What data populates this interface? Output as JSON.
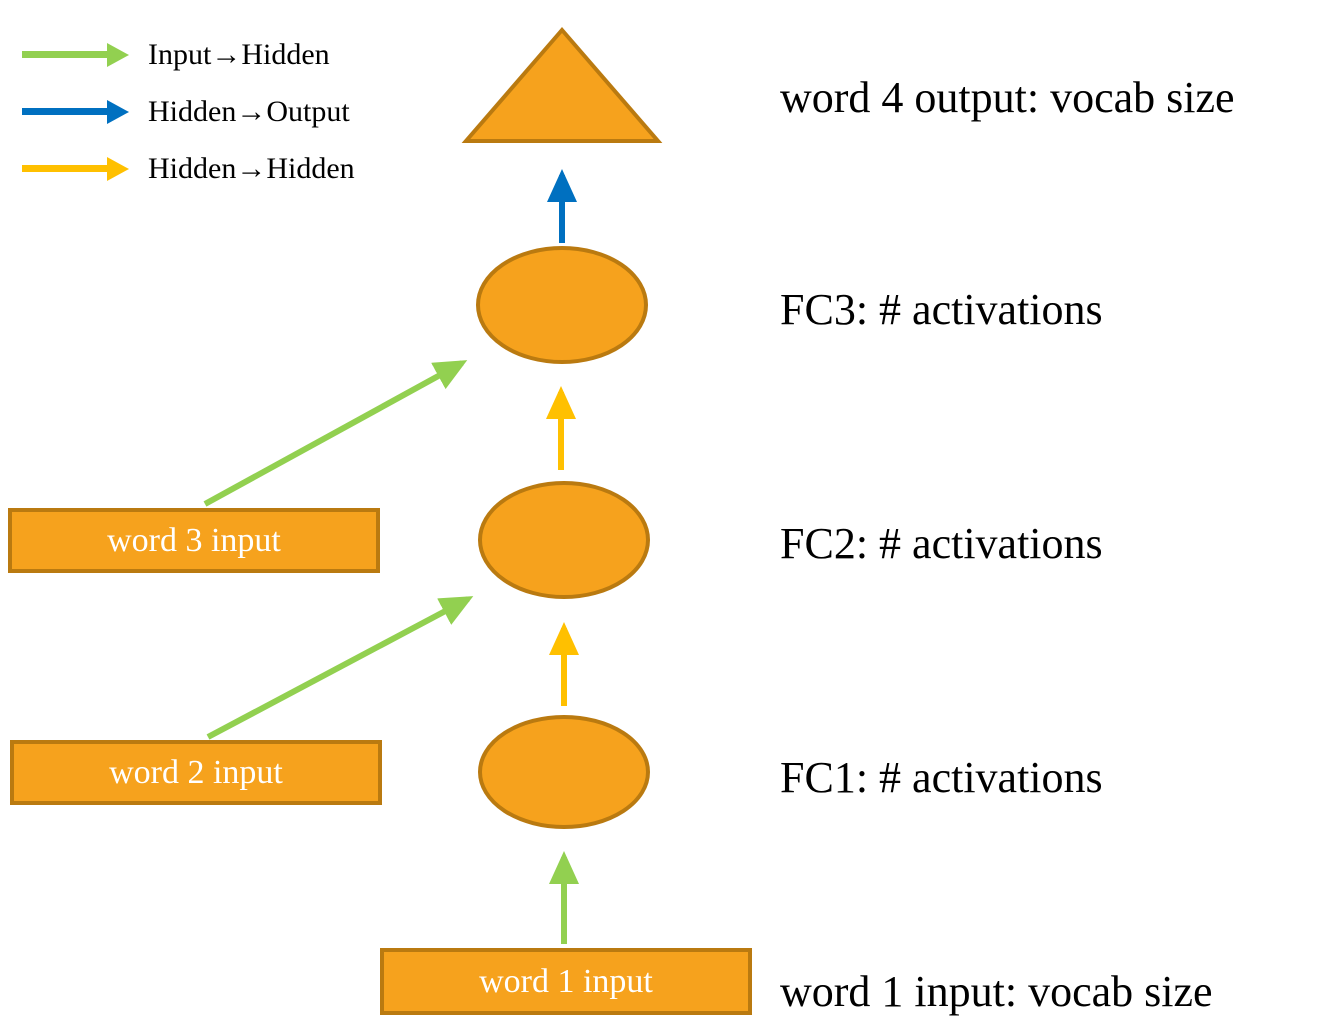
{
  "colors": {
    "nodeFill": "#F6A21D",
    "nodeStroke": "#BA7A10",
    "green": "#92D050",
    "blue": "#0070C0",
    "gold": "#FFC000",
    "boxText": "#FFFFFF",
    "labelText": "#000000"
  },
  "legend": {
    "items": [
      {
        "label": "Input→Hidden",
        "color": "green"
      },
      {
        "label": "Hidden→Output",
        "color": "blue"
      },
      {
        "label": "Hidden→Hidden",
        "color": "gold"
      }
    ]
  },
  "nodes": {
    "output_label": "word 4 output: vocab size",
    "fc3_label": "FC3: # activations",
    "fc2_label": "FC2: # activations",
    "fc1_label": "FC1: # activations",
    "word1_caption": "word 1 input: vocab size",
    "word1_box": "word 1 input",
    "word2_box": "word 2 input",
    "word3_box": "word 3 input"
  }
}
